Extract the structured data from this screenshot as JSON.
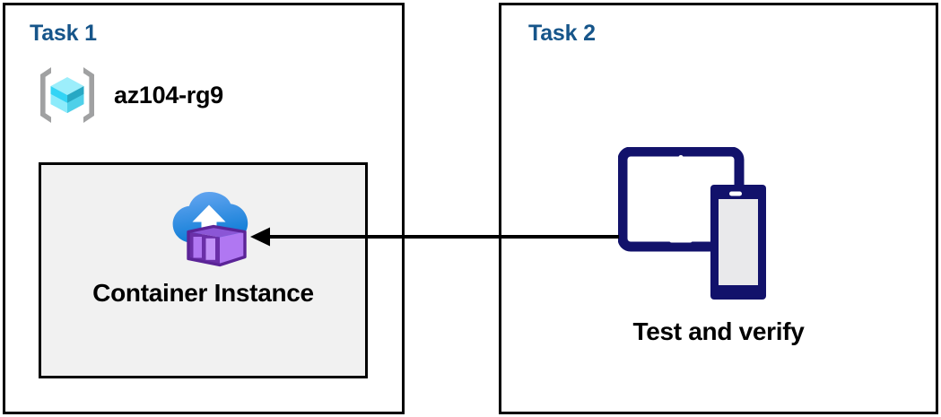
{
  "diagram": {
    "type": "flow-diagram",
    "background_color": "#ffffff",
    "panel_border_color": "#000000",
    "heading_color": "#16558a",
    "arrow_color": "#000000"
  },
  "panels": [
    {
      "id": "task1",
      "title": "Task 1",
      "resource_group": {
        "icon": "azure-resource-group-icon",
        "label": "az104-rg9",
        "icon_colors": {
          "bracket": "#a0a1a2",
          "cube_light": "#9ceefb",
          "cube_mid": "#32d4f5",
          "cube_dark": "#27a8c4"
        }
      },
      "card": {
        "label": "Container Instance",
        "icon": "azure-container-instances-icon",
        "background_color": "#f1f1f1",
        "border_color": "#000000",
        "icon_colors": {
          "cloud_top": "#5ea0ef",
          "cloud_bottom": "#0f7dd6",
          "arrow": "#ffffff",
          "box_light": "#b77af4",
          "box_mid": "#a36ae0",
          "box_dark": "#6a2fa8"
        }
      }
    },
    {
      "id": "task2",
      "title": "Task 2",
      "device": {
        "icon": "devices-tablet-phone-icon",
        "label": "Test and verify",
        "icon_colors": {
          "outline": "#12126b",
          "screen": "#e9e9eb",
          "tablet_screen": "#ffffff"
        }
      }
    }
  ],
  "connector": {
    "name": "flow-arrow",
    "direction": "right-to-left",
    "from": "Test and verify",
    "to": "Container Instance",
    "color": "#000000"
  }
}
